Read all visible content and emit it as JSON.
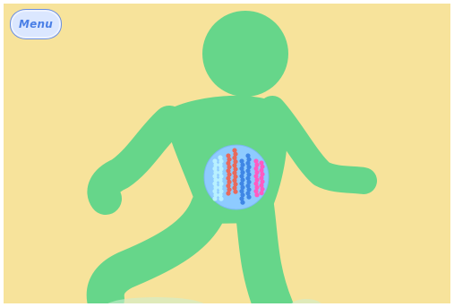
{
  "menu": {
    "label": "Menu"
  },
  "colors": {
    "background": "#f7e39b",
    "figure": "#66d68a",
    "stomach": "#8ecbff",
    "menu_text": "#4a7fe6",
    "dot_columns": [
      "#b8f0ff",
      "#e86a5c",
      "#3f86e5",
      "#ff5bc3"
    ]
  },
  "scene": {
    "character": "walking-figure",
    "organ": "stomach-with-colored-beads"
  }
}
